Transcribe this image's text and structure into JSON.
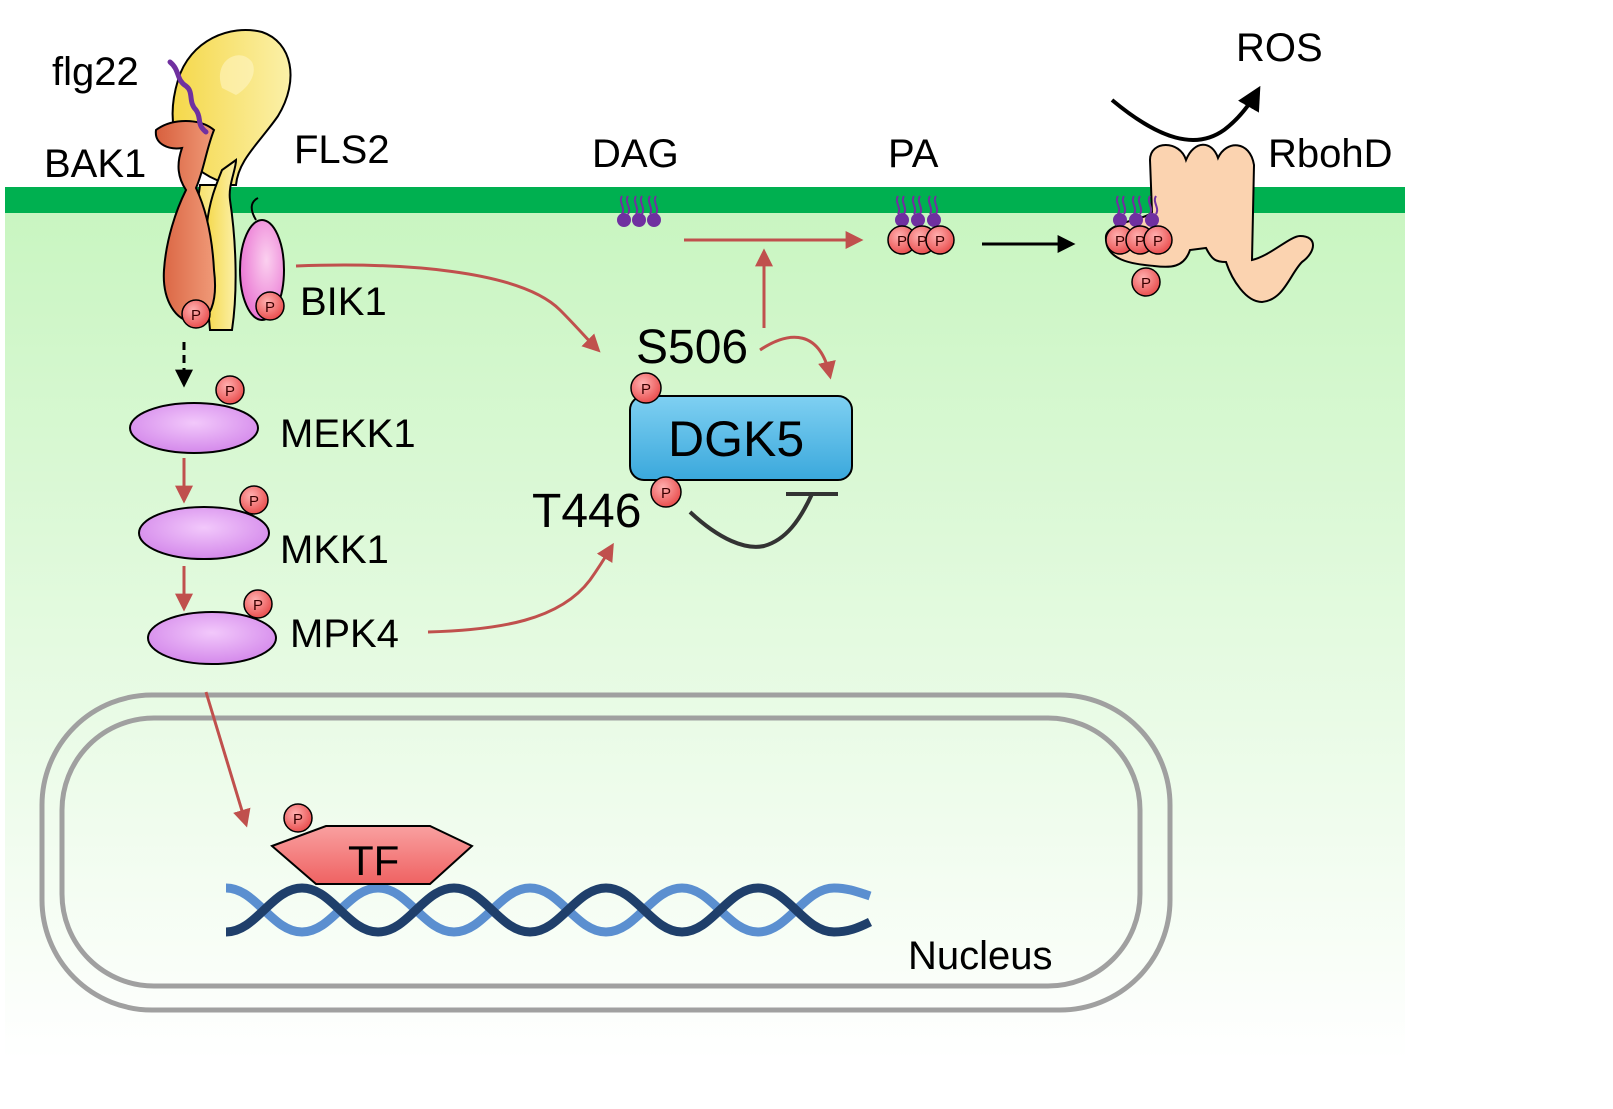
{
  "labels": {
    "flg22": "flg22",
    "bak1": "BAK1",
    "fls2": "FLS2",
    "bik1": "BIK1",
    "dag": "DAG",
    "pa": "PA",
    "ros": "ROS",
    "rbohd": "RbohD",
    "mekk1": "MEKK1",
    "mkk1": "MKK1",
    "mpk4": "MPK4",
    "s506": "S506",
    "t446": "T446",
    "dgk5": "DGK5",
    "tf": "TF",
    "nucleus": "Nucleus",
    "phospho": "P"
  },
  "colors": {
    "membrane": "#00b050",
    "cytoplasm_top": "#c8f5c0",
    "cytoplasm_bottom": "#ffffff",
    "activation_arrow": "#c0504d",
    "inhibition": "#333333",
    "phospho_fill": "#f26b6b",
    "mapk_fill": "#d98ff0",
    "dgk5_fill": "#5bbde8",
    "fls2_fill": "#f5e07a",
    "bak1_fill": "#e07050",
    "bik1_fill": "#f090d8",
    "rbohd_fill": "#fbd3b0",
    "tf_fill": "#f37a7a",
    "dna_dark": "#1f3f6b",
    "dna_light": "#5b8fd0",
    "nucleus_border": "#a0a0a0"
  }
}
